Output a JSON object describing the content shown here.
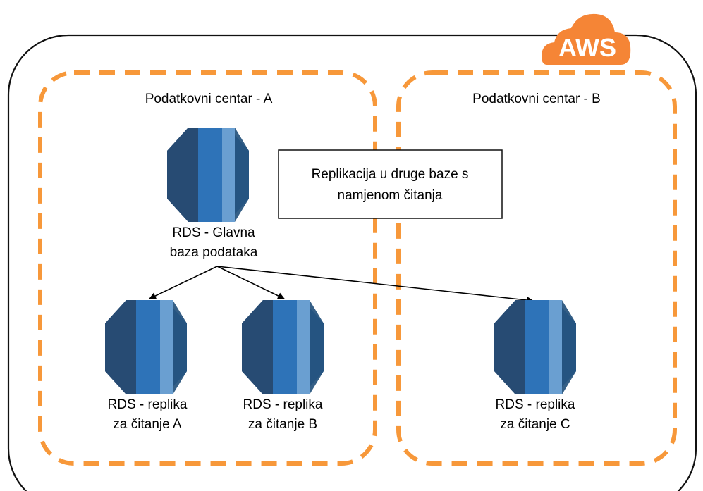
{
  "cloud": {
    "badge": "AWS",
    "badge_color": "#f58536"
  },
  "zones": [
    {
      "title": "Podatkovni centar - A"
    },
    {
      "title": "Podatkovni centar - B"
    }
  ],
  "note": {
    "line1": "Replikacija u druge baze s",
    "line2": "namjenom čitanja"
  },
  "databases": {
    "primary": {
      "line1": "RDS - Glavna",
      "line2": "baza podataka"
    },
    "replica_a": {
      "line1": "RDS - replika",
      "line2": "za čitanje A"
    },
    "replica_b": {
      "line1": "RDS - replika",
      "line2": "za čitanje B"
    },
    "replica_c": {
      "line1": "RDS - replika",
      "line2": "za čitanje C"
    }
  },
  "icon": "rds-database-icon",
  "colors": {
    "zone_border": "#f7983a",
    "db_dark": "#1f4e79",
    "db_mid": "#2e73b8",
    "db_light": "#5b93c9"
  }
}
